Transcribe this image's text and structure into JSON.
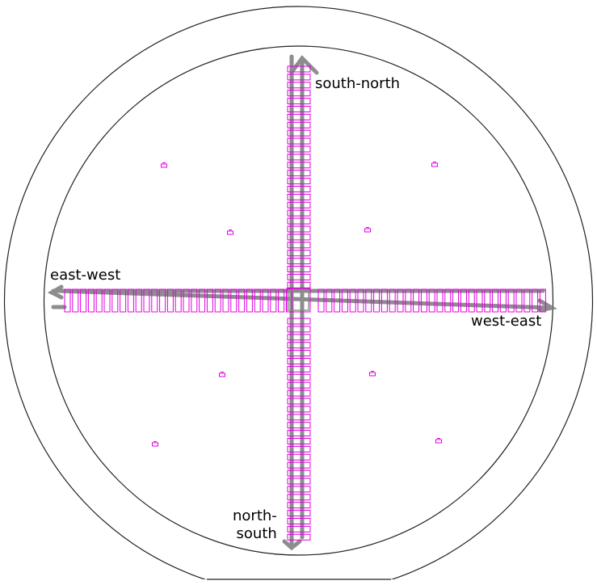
{
  "labels": {
    "south_north": "south-north",
    "east_west": "east-west",
    "west_east": "west-east",
    "north_south_line1": "north-",
    "north_south_line2": "south"
  },
  "colors": {
    "outline": "#222222",
    "die": "#e000e0",
    "arrow": "#7a7a7a",
    "text": "#000000",
    "background": "#ffffff"
  },
  "wafer": {
    "flat_edge": "bottom",
    "horizontal_dies_per_side": 29,
    "vertical_dies_per_side": 28,
    "scattered_marker_count": 8
  }
}
